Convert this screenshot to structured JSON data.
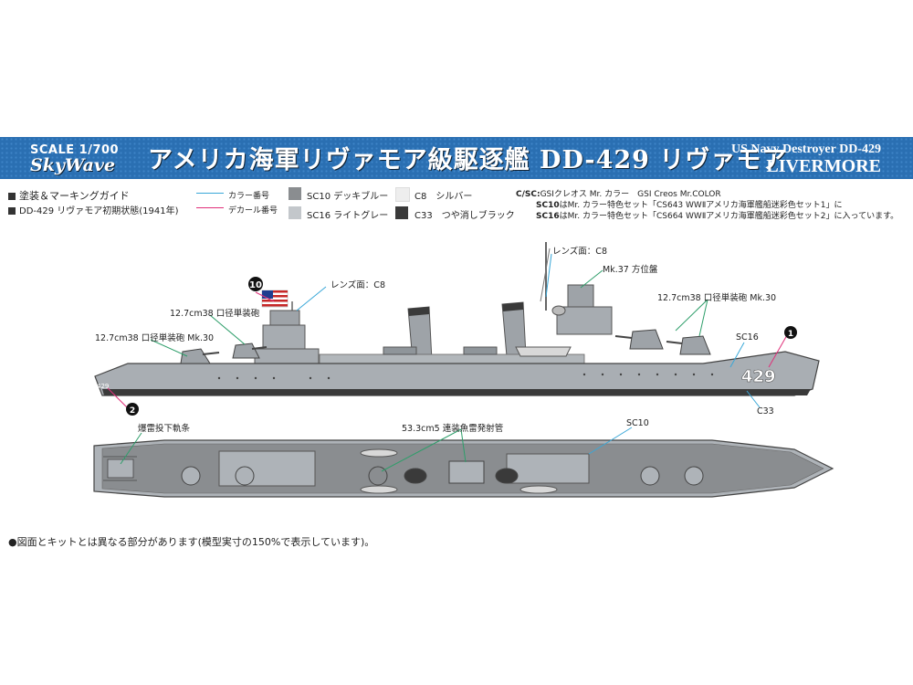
{
  "header": {
    "scale": "SCALE 1/700",
    "brand": "SkyWave",
    "title_jp": "アメリカ海軍リヴァモア級駆逐艦 DD-429 リヴァモア",
    "title_en_line1": "US Navy Destroyer DD-429",
    "title_en_line2": "LIVERMORE"
  },
  "legend": {
    "heading": "塗装＆マーキングガイド",
    "subheading": "DD-429 リヴァモア初期状態(1941年)",
    "keys": [
      {
        "label": "カラー番号",
        "color": "#39a7d8"
      },
      {
        "label": "デカール番号",
        "color": "#e0307a"
      }
    ],
    "swatches": [
      {
        "code": "SC10",
        "name": "デッキブルー",
        "color": "#8a8d90"
      },
      {
        "code": "SC16",
        "name": "ライトグレー",
        "color": "#c3c7cb"
      },
      {
        "code": "C8",
        "name": "シルバー",
        "color": "#eeeeee"
      },
      {
        "code": "C33",
        "name": "つや消しブラック",
        "color": "#3a3a3a"
      }
    ]
  },
  "notes": {
    "line1_prefix": "C/SC:",
    "line1": "GSIクレオス Mr. カラー　GSI Creos Mr.COLOR",
    "line2_prefix": "SC10",
    "line2": "はMr. カラー特色セット「CS643 WWⅡアメリカ海軍艦船迷彩色セット1」に",
    "line3_prefix": "SC16",
    "line3": "はMr. カラー特色セット「CS664 WWⅡアメリカ海軍艦船迷彩色セット2」に入っています。"
  },
  "callouts": {
    "lens_top": "レンズ面：C8",
    "mk37": "Mk.37 方位盤",
    "gun_right": "12.7cm38 口径単装砲 Mk.30",
    "sc16": "SC16",
    "c33": "C33",
    "lens_bridge": "レンズ面：C8",
    "gun_mid": "12.7cm38 口径単装砲",
    "gun_left": "12.7cm38 口径単装砲 Mk.30",
    "depth_charge": "爆雷投下軌条",
    "torpedo": "53.3cm5 連装魚雷発射管",
    "sc10": "SC10",
    "decal_10": "10",
    "decal_2": "2",
    "decal_1": "1",
    "hull_number": "429",
    "hull_number_stern": "429"
  },
  "footnote": "●図面とキットとは異なる部分があります(模型実寸の150%で表示しています)。"
}
